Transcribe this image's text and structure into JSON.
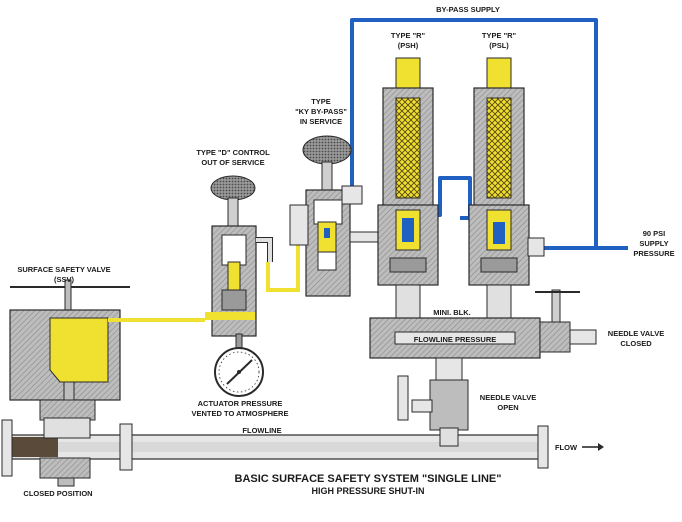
{
  "labels": {
    "bypass_supply": "BY-PASS SUPPLY",
    "type_r_psh_1": "TYPE \"R\"",
    "type_r_psh_2": "(PSH)",
    "type_r_psl_1": "TYPE \"R\"",
    "type_r_psl_2": "(PSL)",
    "type_ky_1": "TYPE",
    "type_ky_2": "\"KY BY-PASS\"",
    "type_ky_3": "IN SERVICE",
    "type_d_1": "TYPE \"D\" CONTROL",
    "type_d_2": "OUT OF SERVICE",
    "supply_1": "90 PSI",
    "supply_2": "SUPPLY",
    "supply_3": "PRESSURE",
    "ssv_1": "SURFACE SAFETY VALVE",
    "ssv_2": "(SSV)",
    "mini_blk": "MINI. BLK.",
    "flowline_pressure": "FLOWLINE PRESSURE",
    "needle_closed_1": "NEEDLE VALVE",
    "needle_closed_2": "CLOSED",
    "actuator_1": "ACTUATOR PRESSURE",
    "actuator_2": "VENTED TO ATMOSPHERE",
    "needle_open_1": "NEEDLE VALVE",
    "needle_open_2": "OPEN",
    "flowline": "FLOWLINE",
    "flow": "FLOW",
    "title_1": "BASIC SURFACE SAFETY SYSTEM \"SINGLE LINE\"",
    "title_2": "HIGH PRESSURE SHUT-IN",
    "closed_position": "CLOSED POSITION"
  },
  "colors": {
    "supply_line": "#2060c0",
    "control_fluid": "#f0e030",
    "body_gray": "#b8b8b8",
    "body_dark": "#7a7a7a",
    "outline": "#2a2a2a"
  },
  "icons": {
    "flow_arrow": "arrow-right-icon",
    "pressure_gauge": "gauge-icon"
  }
}
